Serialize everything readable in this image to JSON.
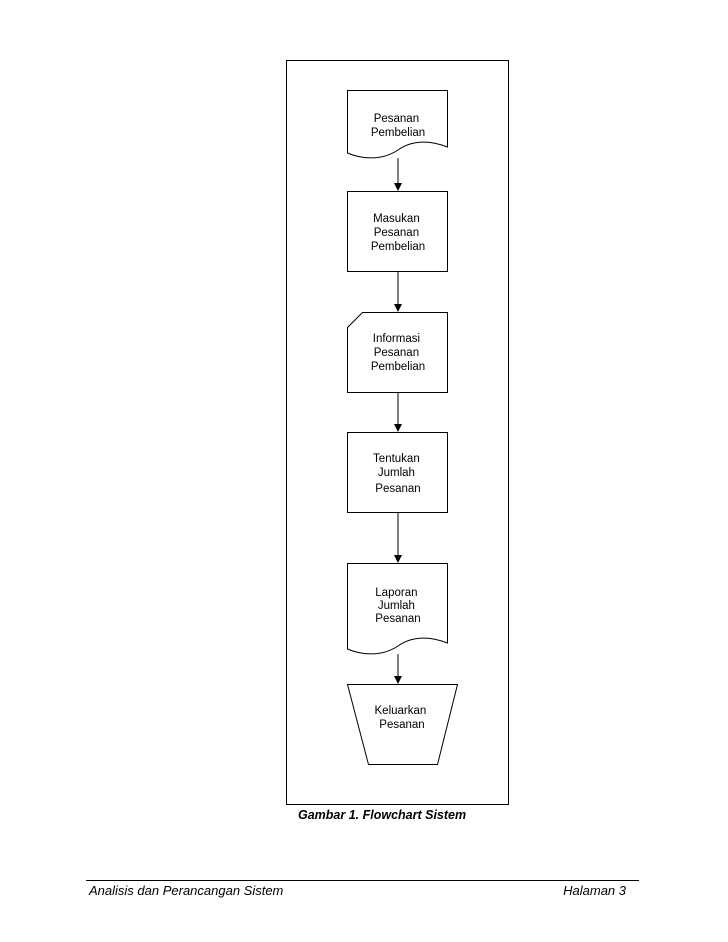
{
  "figure": {
    "caption": "Gambar 1. Flowchart Sistem",
    "nodes": [
      {
        "id": "n1",
        "shape": "document",
        "lines": [
          "Pesanan",
          "Pembelian"
        ]
      },
      {
        "id": "n2",
        "shape": "process",
        "lines": [
          "Masukan",
          "Pesanan",
          "Pembelian"
        ]
      },
      {
        "id": "n3",
        "shape": "card",
        "lines": [
          "Informasi",
          "Pesanan",
          "Pembelian"
        ]
      },
      {
        "id": "n4",
        "shape": "process",
        "lines": [
          "Tentukan",
          "Jumlah",
          "Pesanan"
        ]
      },
      {
        "id": "n5",
        "shape": "document",
        "lines": [
          "Laporan",
          "Jumlah",
          "Pesanan"
        ]
      },
      {
        "id": "n6",
        "shape": "manual-operation",
        "lines": [
          "Keluarkan",
          "Pesanan"
        ]
      }
    ],
    "edges": [
      {
        "from": "n1",
        "to": "n2"
      },
      {
        "from": "n2",
        "to": "n3"
      },
      {
        "from": "n3",
        "to": "n4"
      },
      {
        "from": "n4",
        "to": "n5"
      },
      {
        "from": "n5",
        "to": "n6"
      }
    ]
  },
  "footer": {
    "left": "Analisis dan Perancangan Sistem",
    "right": "Halaman 3"
  }
}
